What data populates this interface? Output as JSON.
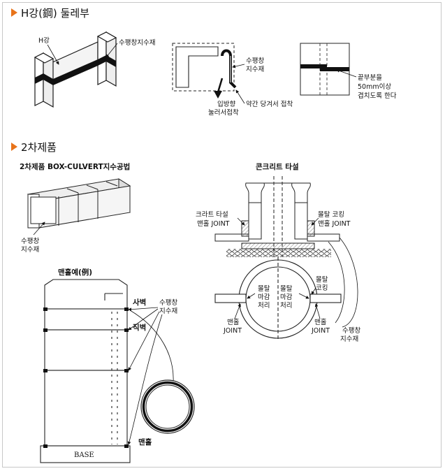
{
  "sections": {
    "h_steel": {
      "title": "H강(鋼) 둘레부",
      "left": {
        "label_h": "H강",
        "label_stop": "수팽창지수재"
      },
      "middle": {
        "label_stop": "수팽창\n지수재",
        "label_pull": "입방향\n눌러서접착",
        "label_gently": "약간 당겨서 접착"
      },
      "right": {
        "note": "끝부분을\n50mm이상\n겹치도록 한다"
      }
    },
    "precast": {
      "title": "2차제품",
      "box": {
        "title": "2차제품 BOX-CULVERT지수공법",
        "label": "수팽창\n지수재"
      },
      "manhole": {
        "title": "맨홀예(例)",
        "label_sawall": "사벽",
        "label_straight": "직벽",
        "label_stop": "수팽창\n지수재",
        "label_manhole": "맨홀",
        "label_base": "BASE"
      },
      "concrete": {
        "title": "콘크리트 타설",
        "label_left": "크라트 타설\n맨홀 JOINT",
        "label_right": "몰탈 코킹\n맨홀 JOINT",
        "label_mortar_left": "몰탈\n마감\n처리",
        "label_mortar_right": "몰탈\n마감\n처리",
        "label_coking": "몰탈\n코킹",
        "label_joint_left": "맨홀\nJOINT",
        "label_joint_right": "맨홀\nJOINT",
        "label_stop": "수팽창\n지수재"
      }
    }
  },
  "colors": {
    "accent": "#e8731a",
    "line": "#1a1a1a",
    "band": "#111111",
    "fill_light": "#f2f2f2"
  },
  "icons": {
    "section_marker": "triangle-right-icon"
  }
}
